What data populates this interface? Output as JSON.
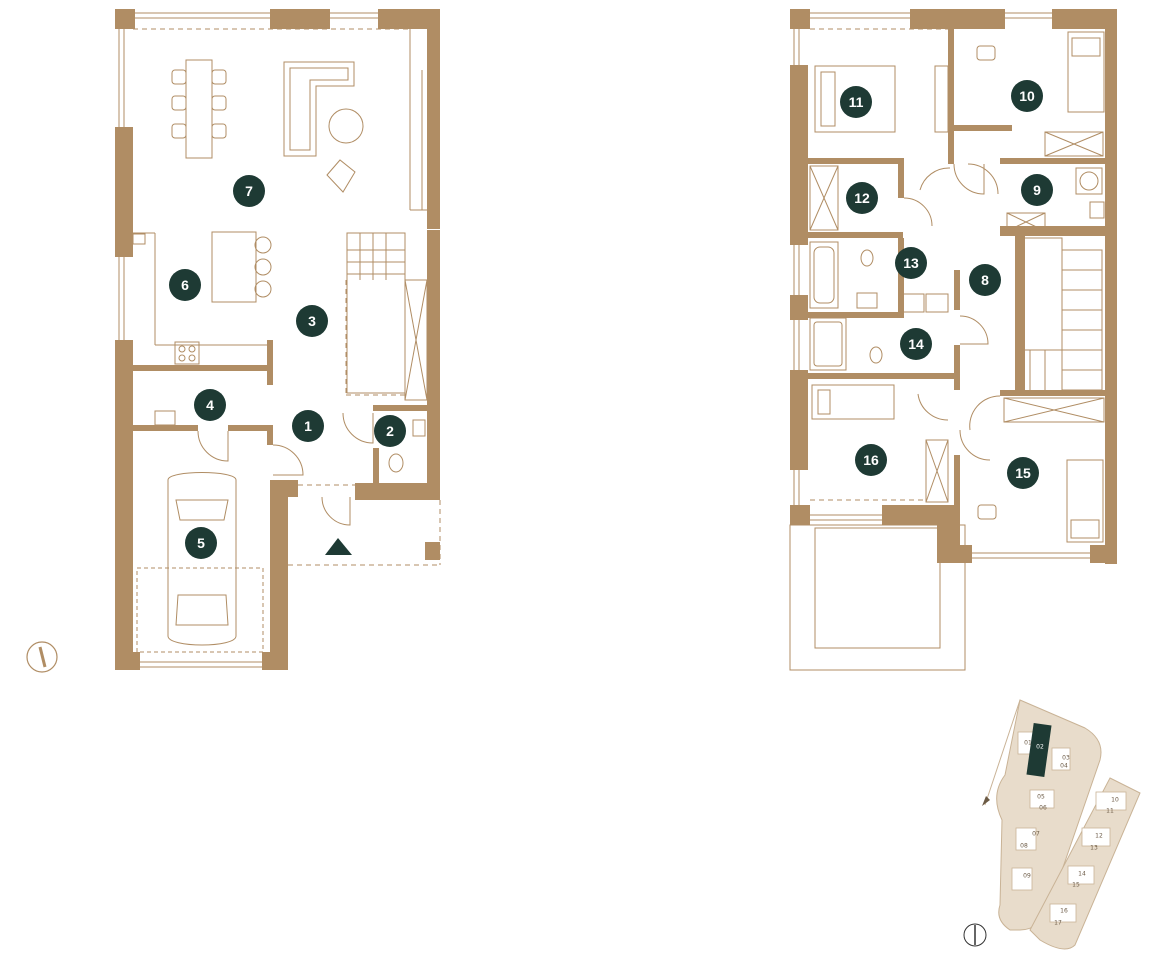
{
  "floorplan": {
    "ground_floor": {
      "rooms": [
        {
          "id": "7",
          "label": "7"
        },
        {
          "id": "6",
          "label": "6"
        },
        {
          "id": "3",
          "label": "3"
        },
        {
          "id": "4",
          "label": "4"
        },
        {
          "id": "1",
          "label": "1"
        },
        {
          "id": "2",
          "label": "2"
        },
        {
          "id": "5",
          "label": "5"
        }
      ]
    },
    "upper_floor": {
      "rooms": [
        {
          "id": "11",
          "label": "11"
        },
        {
          "id": "10",
          "label": "10"
        },
        {
          "id": "12",
          "label": "12"
        },
        {
          "id": "9",
          "label": "9"
        },
        {
          "id": "13",
          "label": "13"
        },
        {
          "id": "8",
          "label": "8"
        },
        {
          "id": "14",
          "label": "14"
        },
        {
          "id": "16",
          "label": "16"
        },
        {
          "id": "15",
          "label": "15"
        }
      ]
    },
    "site_plan": {
      "highlighted_lot": "02",
      "lots": [
        "01",
        "02",
        "03",
        "04",
        "05",
        "06",
        "07",
        "08",
        "09",
        "10",
        "11",
        "12",
        "13",
        "14",
        "15",
        "16",
        "17"
      ]
    },
    "colors": {
      "wall": "#b08d64",
      "line": "#b08d64",
      "marker": "#1e3a34",
      "site_fill": "#e8dccb",
      "site_stroke": "#c9b396"
    }
  }
}
